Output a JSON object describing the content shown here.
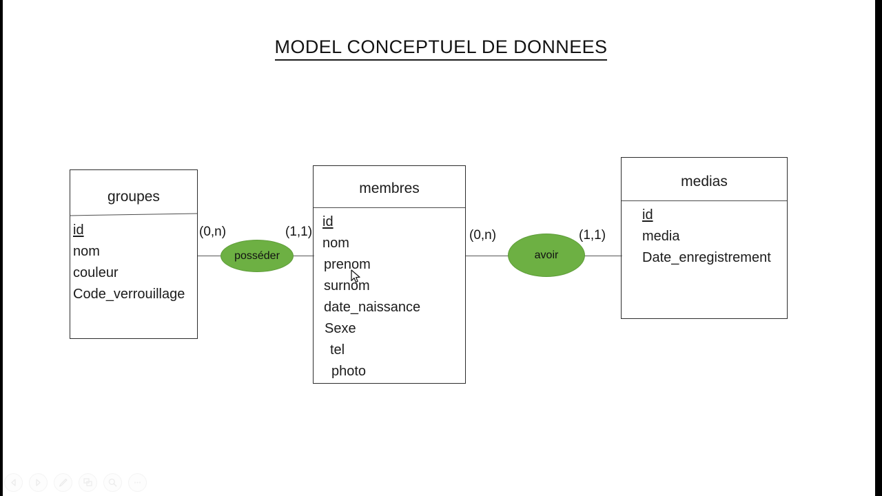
{
  "document": {
    "title": "MODEL CONCEPTUEL DE DONNEES"
  },
  "diagram": {
    "type": "entity-relationship-model",
    "entities": [
      {
        "id": "groupes",
        "name": "groupes",
        "attributes": [
          {
            "name": "id",
            "primary_key": true
          },
          {
            "name": "nom",
            "primary_key": false
          },
          {
            "name": "couleur",
            "primary_key": false
          },
          {
            "name": "Code_verrouillage",
            "primary_key": false
          }
        ]
      },
      {
        "id": "membres",
        "name": "membres",
        "attributes": [
          {
            "name": "id",
            "primary_key": true
          },
          {
            "name": "nom",
            "primary_key": false
          },
          {
            "name": "prenom",
            "primary_key": false
          },
          {
            "name": "surnom",
            "primary_key": false
          },
          {
            "name": "date_naissance",
            "primary_key": false
          },
          {
            "name": "Sexe",
            "primary_key": false
          },
          {
            "name": "tel",
            "primary_key": false
          },
          {
            "name": "photo",
            "primary_key": false
          }
        ]
      },
      {
        "id": "medias",
        "name": "medias",
        "attributes": [
          {
            "name": "id",
            "primary_key": true
          },
          {
            "name": "media",
            "primary_key": false
          },
          {
            "name": "Date_enregistrement",
            "primary_key": false
          }
        ]
      }
    ],
    "relationships": [
      {
        "id": "posseder",
        "label": "posséder",
        "left_entity": "groupes",
        "right_entity": "membres",
        "left_cardinality": "(0,n)",
        "right_cardinality": "(1,1)"
      },
      {
        "id": "avoir",
        "label": "avoir",
        "left_entity": "membres",
        "right_entity": "medias",
        "left_cardinality": "(0,n)",
        "right_cardinality": "(1,1)"
      }
    ],
    "colors": {
      "relationship_fill": "#6db043",
      "relationship_stroke": "#5d9c38",
      "entity_stroke": "#2b2b2b",
      "text": "#1b1b1b",
      "connector": "#555555"
    }
  },
  "toolbar": {
    "buttons": [
      {
        "name": "previous-slide",
        "icon": "triangle-left-icon",
        "label": "Previous"
      },
      {
        "name": "next-slide",
        "icon": "triangle-right-icon",
        "label": "Next"
      },
      {
        "name": "pen-tool",
        "icon": "pen-icon",
        "label": "Pen"
      },
      {
        "name": "slides-grid",
        "icon": "grid-slides-icon",
        "label": "All slides"
      },
      {
        "name": "zoom-tool",
        "icon": "magnifier-icon",
        "label": "Zoom"
      },
      {
        "name": "more-options",
        "icon": "ellipsis-icon",
        "label": "More options"
      }
    ]
  },
  "cursor": {
    "type": "arrow-pointer",
    "over": "surnom"
  }
}
